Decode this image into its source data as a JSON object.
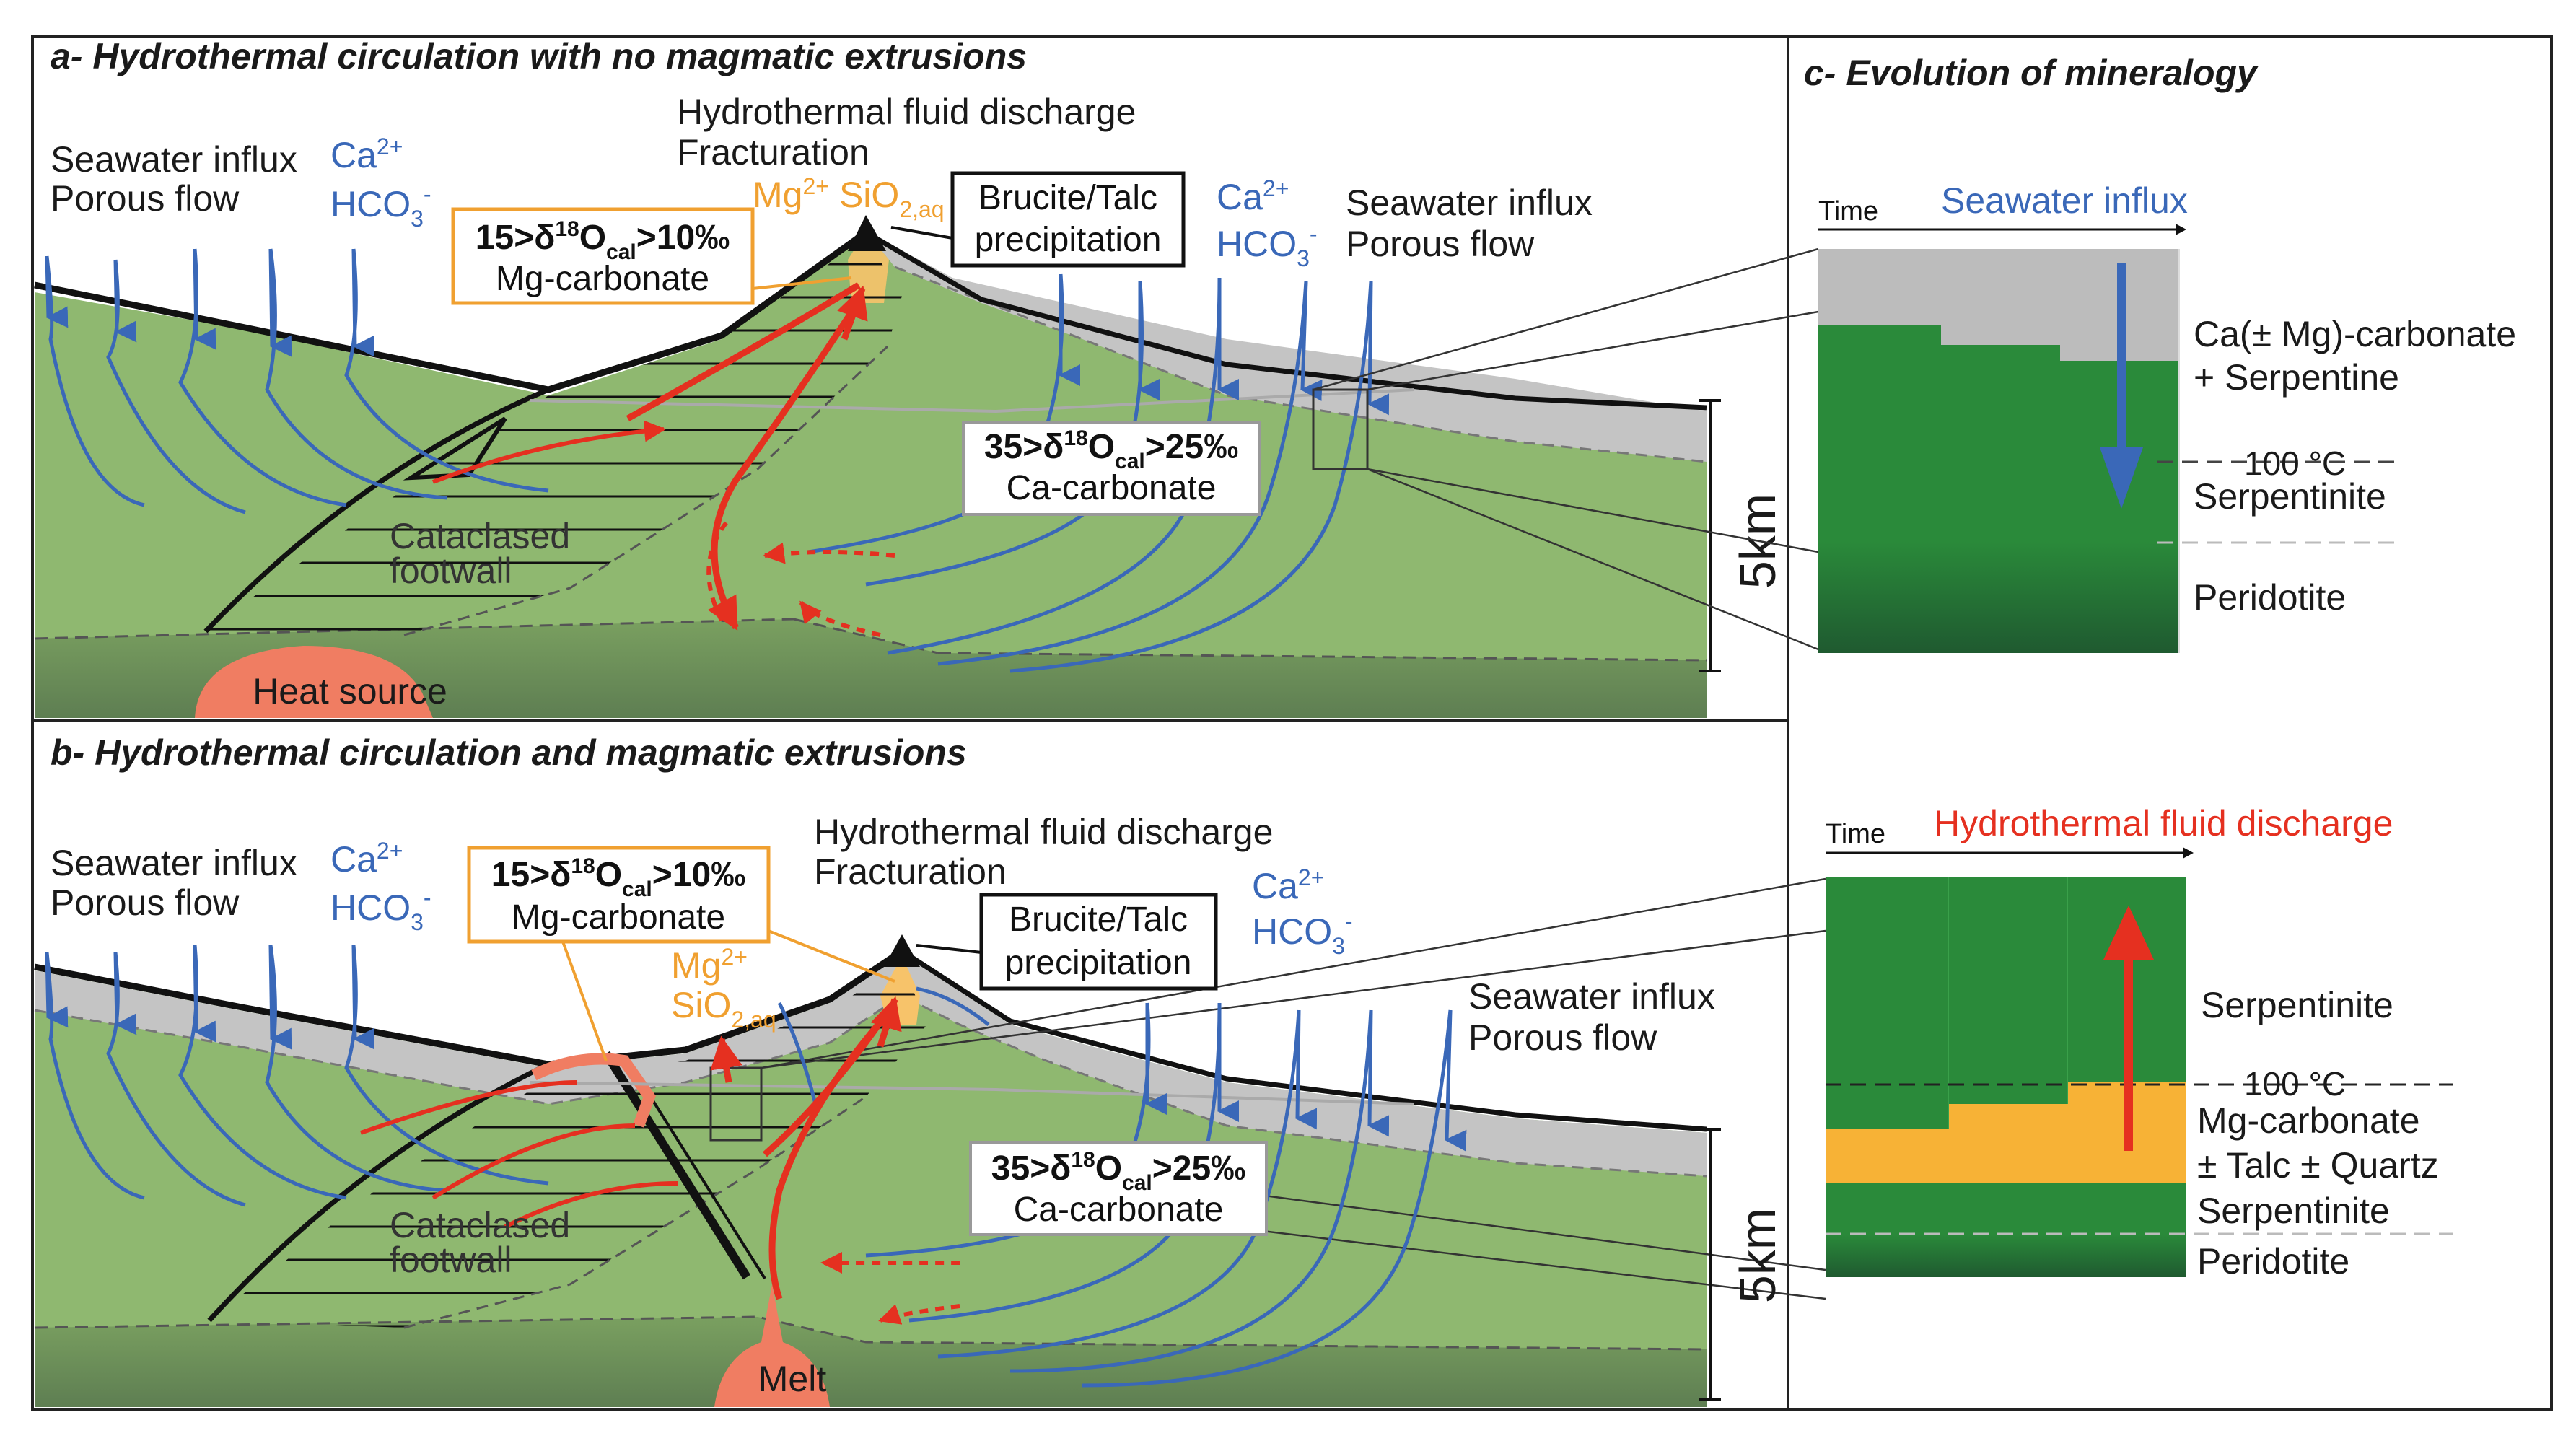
{
  "panels": {
    "a": {
      "title": "a- Hydrothermal circulation with no magmatic extrusions"
    },
    "b": {
      "title": "b- Hydrothermal circulation and magmatic extrusions"
    },
    "c": {
      "title": "c- Evolution of mineralogy"
    }
  },
  "labels": {
    "seawater_influx": "Seawater influx",
    "porous_flow": "Porous flow",
    "ca_ion": "Ca",
    "ion_charge_2plus": "2+",
    "hco3": "HCO",
    "sub_3": "3",
    "minus": "-",
    "hydrothermal_fluid_discharge": "Hydrothermal fluid discharge",
    "fracturation": "Fracturation",
    "mg_ion": "Mg",
    "sio2": "SiO",
    "sub_2aq": "2,aq",
    "brucite_talc": "Brucite/Talc",
    "precipitation": "precipitation",
    "mg_range_low": "15>δ",
    "sup_18": "18",
    "o_letter": "O",
    "sub_cal": "cal",
    "mg_range_high": ">10‰",
    "mg_carbonate": "Mg-carbonate",
    "ca_range_low": "35>δ",
    "ca_range_high": ">25‰",
    "ca_carbonate": "Ca-carbonate",
    "cataclased": "Cataclased",
    "footwall": "footwall",
    "heat_source": "Heat source",
    "melt": "Melt",
    "scale": "5km"
  },
  "panel_c": {
    "time": "Time",
    "top": {
      "header": "Seawater influx",
      "ca_mg_carbonate": "Ca(± Mg)-carbonate",
      "plus_serpentine": "+ Serpentine",
      "isotherm": "100 °C",
      "serpentinite": "Serpentinite",
      "peridotite": "Peridotite"
    },
    "bottom": {
      "header": "Hydrothermal fluid discharge",
      "serpentinite_upper": "Serpentinite",
      "isotherm": "100 °C",
      "mg_carbonate": "Mg-carbonate",
      "talc_quartz": "± Talc ± Quartz",
      "serpentinite_lower": "Serpentinite",
      "peridotite": "Peridotite"
    }
  },
  "colors": {
    "green_mantle": "#8fb870",
    "green_dark": "#2a8a3a",
    "gray_layer": "#bcbcbc",
    "seawater_blue": "#3a68b8",
    "fluid_red": "#e53020",
    "carbonate_orange": "#f7b236",
    "heat_salmon": "#f07d62"
  }
}
